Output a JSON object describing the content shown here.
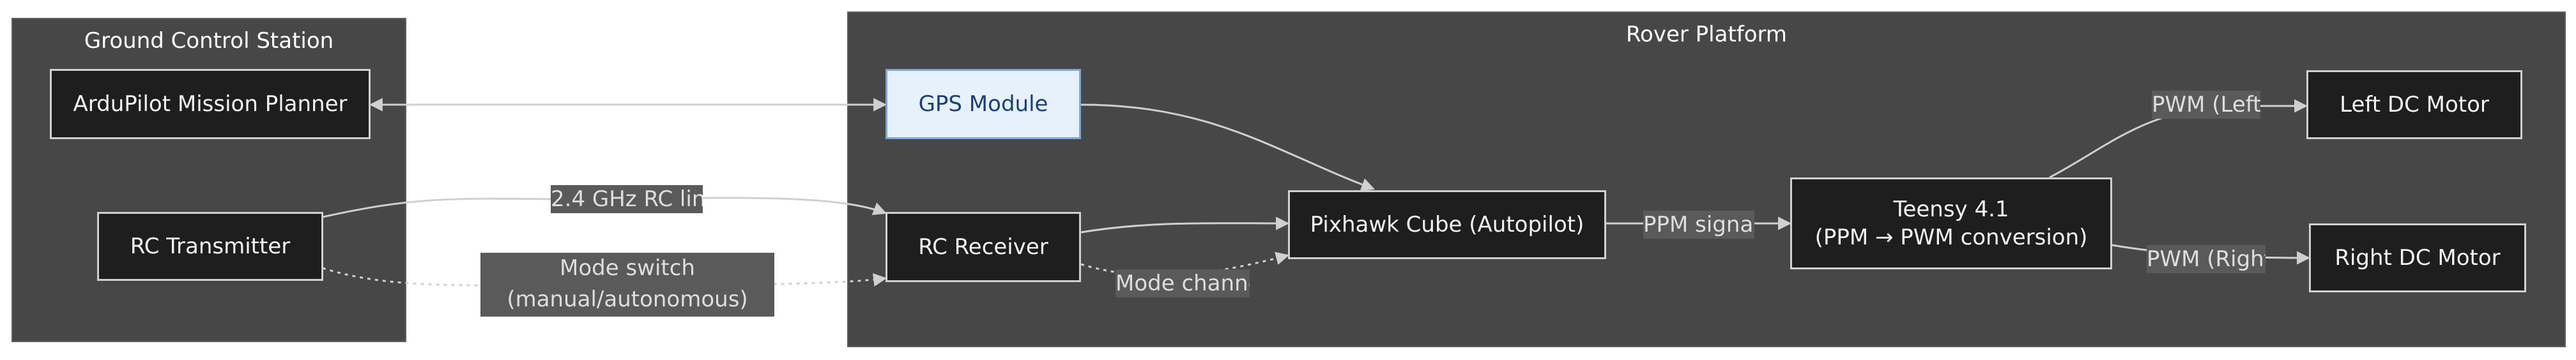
{
  "clusters": {
    "ground": {
      "title": "Ground Control Station"
    },
    "rover": {
      "title": "Rover Platform"
    }
  },
  "nodes": {
    "mission_planner": "ArduPilot Mission Planner",
    "rc_transmitter": "RC Transmitter",
    "gps_module": "GPS Module",
    "rc_receiver": "RC Receiver",
    "pixhawk": "Pixhawk Cube (Autopilot)",
    "teensy_line1": "Teensy 4.1",
    "teensy_line2": "(PPM → PWM conversion)",
    "left_motor": "Left DC Motor",
    "right_motor": "Right DC Motor"
  },
  "edge_labels": {
    "rc_link": "2.4 GHz RC lin",
    "mode_switch": "Mode switch (manual/autonomous)",
    "mode_channel": "Mode channe",
    "ppm_signal": "PPM signal",
    "pwm_left": "PWM (Left",
    "pwm_right": "PWM (Right"
  },
  "colors": {
    "cluster_bg": "#474747",
    "node_bg": "#1e1e1e",
    "gps_bg": "#e6f1fc",
    "gps_border": "#7aa9d8",
    "edge": "#d0d0d0"
  }
}
